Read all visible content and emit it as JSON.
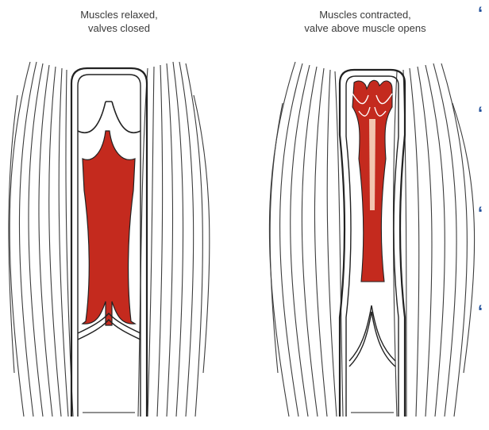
{
  "panels": [
    {
      "caption_line1": "Muscles relaxed,",
      "caption_line2": "valves closed"
    },
    {
      "caption_line1": "Muscles contracted,",
      "caption_line2": "valve above muscle opens"
    }
  ],
  "colors": {
    "blood": "#c42a1e",
    "valve_opening": "#f2c6b0",
    "outline": "#222222",
    "muscle_line": "#3c3c3c",
    "edge_mark": "#1f4e9a"
  }
}
